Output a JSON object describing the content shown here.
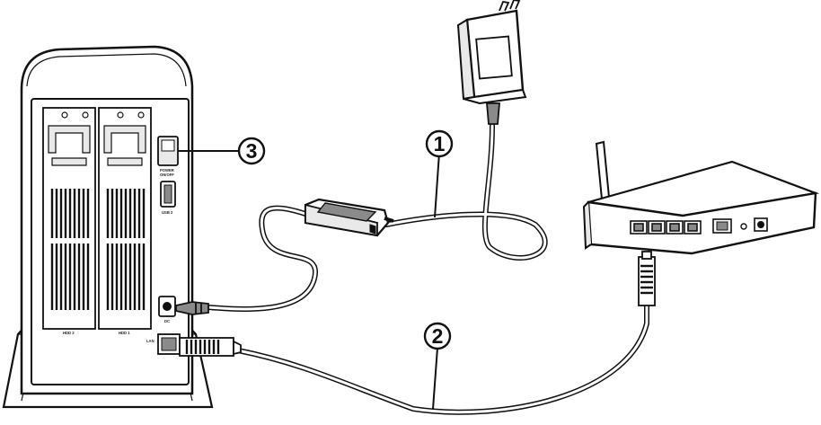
{
  "device_labels": {
    "power": "POWER",
    "on_off": "ON/OFF",
    "usb": "USB 2",
    "dc": "DC",
    "lan": "LAN",
    "hdd2": "HDD 2",
    "hdd1": "HDD 1"
  },
  "callouts": [
    {
      "number": "1",
      "target": "power adapter cable"
    },
    {
      "number": "2",
      "target": "LAN cable"
    },
    {
      "number": "3",
      "target": "power switch"
    }
  ],
  "colors": {
    "line": "#111111",
    "shade": "#8a8a8a",
    "light": "#e9e9e9",
    "background": "#ffffff"
  }
}
